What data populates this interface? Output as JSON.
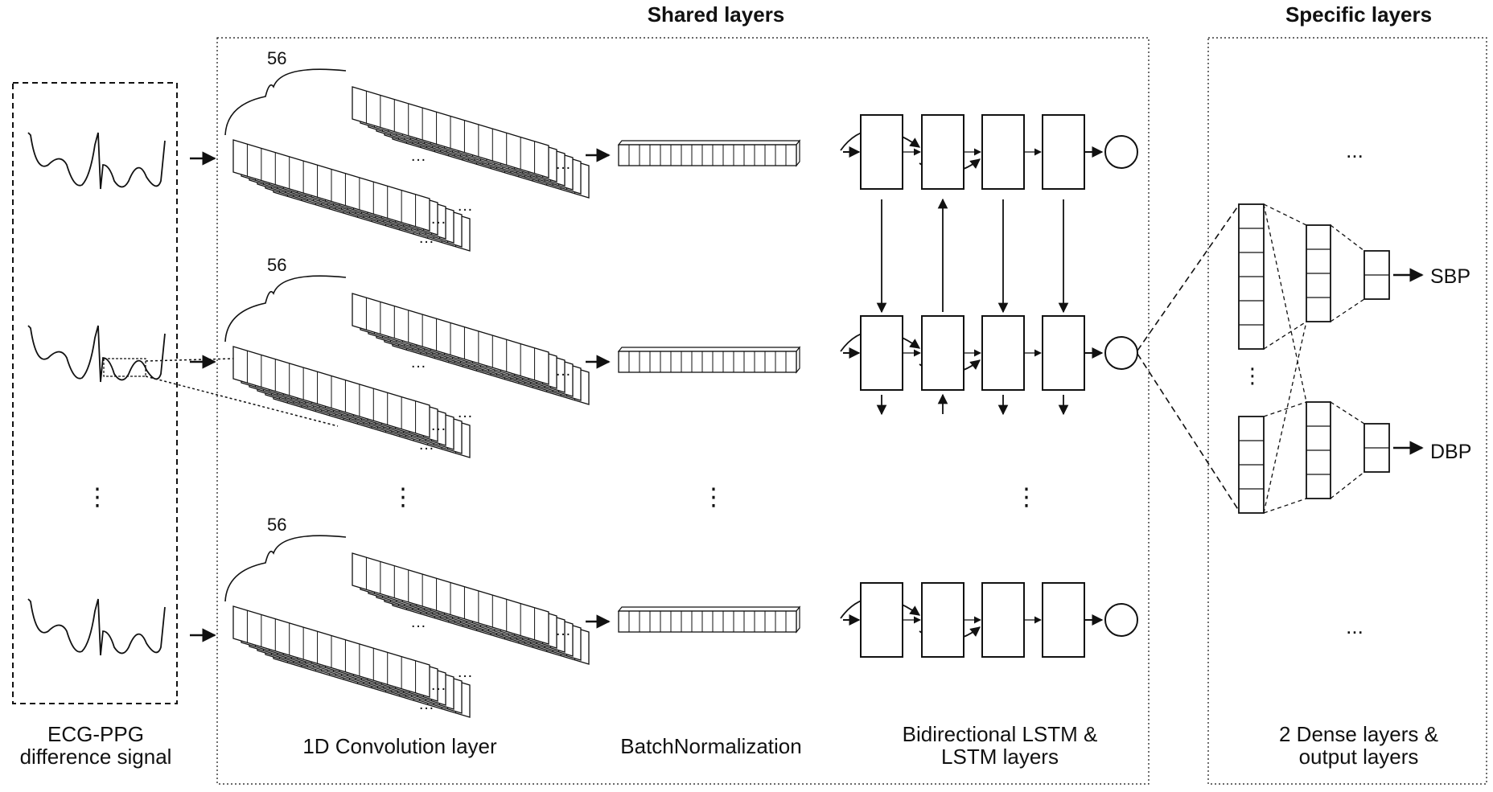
{
  "diagram": {
    "sections": {
      "shared_title": "Shared layers",
      "specific_title": "Specific layers"
    },
    "labels": {
      "input_line1": "ECG-PPG",
      "input_line2": "difference signal",
      "conv": "1D Convolution layer",
      "batchnorm": "BatchNormalization",
      "lstm_line1": "Bidirectional LSTM &",
      "lstm_line2": "LSTM layers",
      "dense_line1": "2 Dense layers &",
      "dense_line2": "output layers",
      "filter_count": "56",
      "output_sbp": "SBP",
      "output_dbp": "DBP",
      "ellipsis": "⋮",
      "h_ellipsis": "..."
    },
    "colors": {
      "ink": "#111111",
      "background": "#ffffff"
    }
  }
}
